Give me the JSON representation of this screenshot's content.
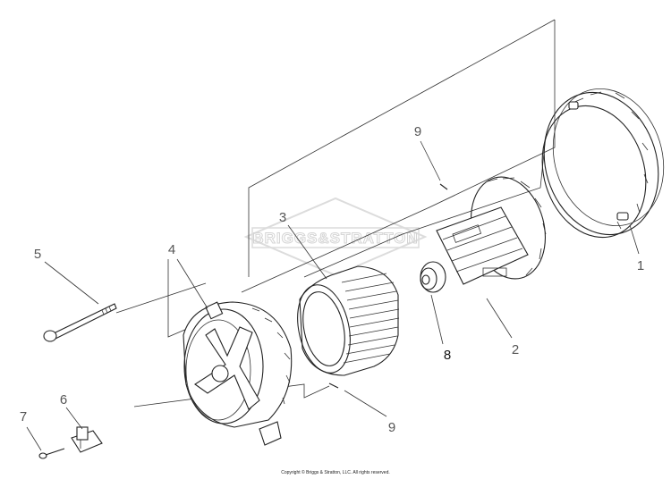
{
  "watermark": {
    "brand_text": "BRIGGS&STRATTON"
  },
  "callouts": [
    {
      "id": "1",
      "text": "1"
    },
    {
      "id": "2",
      "text": "2"
    },
    {
      "id": "3",
      "text": "3"
    },
    {
      "id": "4",
      "text": "4"
    },
    {
      "id": "5",
      "text": "5"
    },
    {
      "id": "6",
      "text": "6"
    },
    {
      "id": "7",
      "text": "7"
    },
    {
      "id": "8",
      "text": "8"
    },
    {
      "id": "9a",
      "text": "9"
    },
    {
      "id": "9b",
      "text": "9"
    }
  ],
  "footer": {
    "copyright": "Copyright © Briggs & Stratton, LLC. All rights reserved."
  }
}
